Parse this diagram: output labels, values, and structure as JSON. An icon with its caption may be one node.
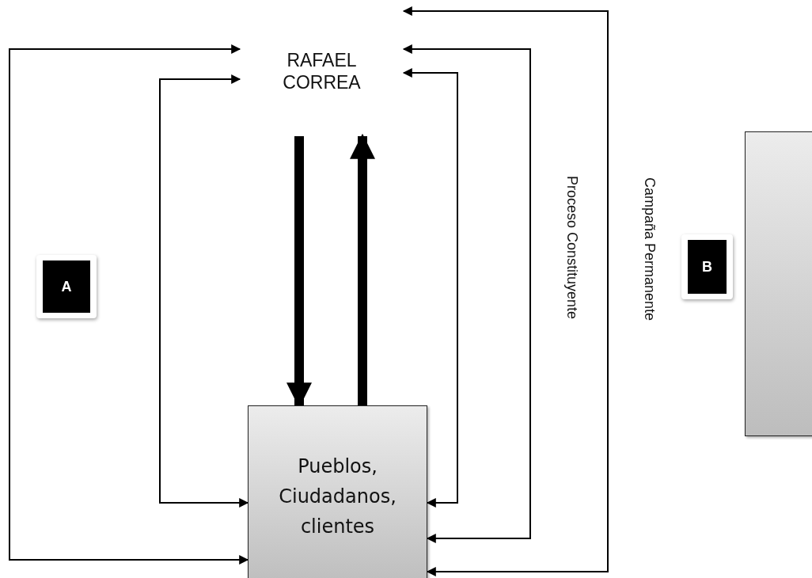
{
  "diagram": {
    "nodes": [
      {
        "text": [
          "RAFAEL CORREA"
        ]
      },
      {
        "text": [
          "Pueblos, Ciudadanos, clientes"
        ]
      },
      {
        "text": [
          "A"
        ]
      },
      {
        "text": [
          "B"
        ]
      },
      {
        "text": [],
        "shape": "box"
      }
    ],
    "edges": [
      {
        "from": 0,
        "to": 1,
        "arrow": "both"
      },
      {
        "from": 0,
        "to": 1,
        "arrow": "both"
      },
      {
        "from": 0,
        "to": 1,
        "arrow": "both"
      },
      {
        "from": 0,
        "to": 1,
        "arrow": "both"
      },
      {
        "from": 0,
        "to": 1,
        "arrow": "both"
      },
      {
        "from": 0,
        "to": 1,
        "arrow": "to",
        "style": "thick"
      },
      {
        "from": 1,
        "to": 0,
        "arrow": "to",
        "style": "thick"
      }
    ],
    "labels": [
      "Proceso Constituyente",
      "Campaña Permanente"
    ]
  }
}
